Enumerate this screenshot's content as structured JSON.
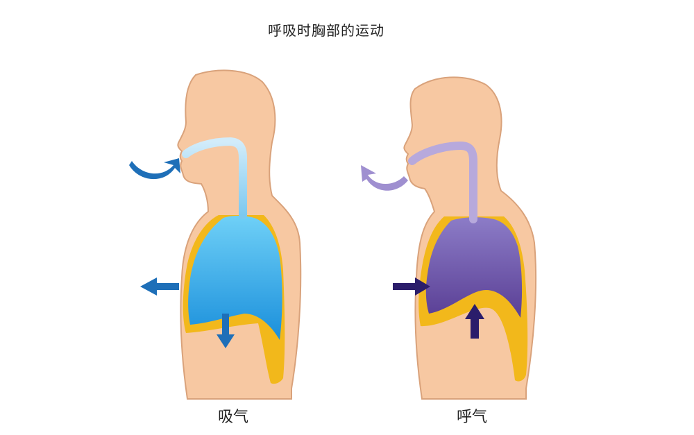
{
  "title": "呼吸时胸部的运动",
  "panels": [
    {
      "caption": "吸气"
    },
    {
      "caption": "呼气"
    }
  ],
  "colors": {
    "skin": "#f7c8a2",
    "skin_outline": "#d9a27b",
    "chest_wall": "#f2b81b",
    "inhale_lung": "#1ba3e6",
    "inhale_arrow": "#1e6fb8",
    "exhale_lung": "#6a55a6",
    "exhale_arrow": "#2b1d6b",
    "airway_inhale": "#b9ddf3",
    "airway_exhale": "#b7a9dc"
  }
}
